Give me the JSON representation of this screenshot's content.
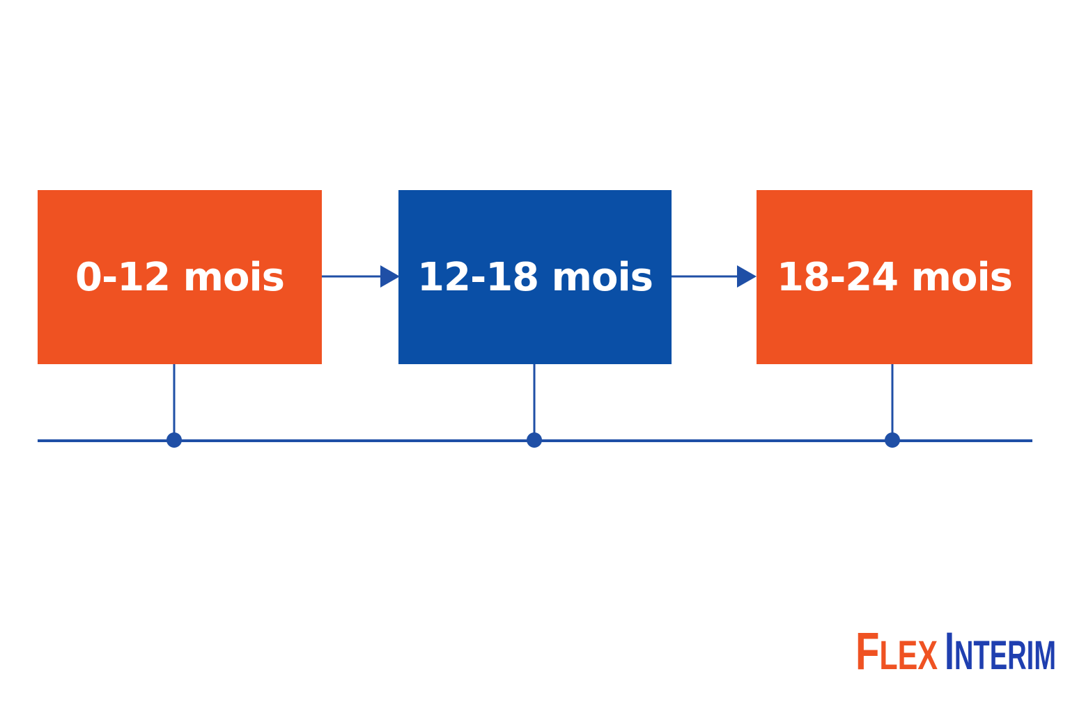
{
  "colors": {
    "orange": "#EF5222",
    "blue": "#0A4FA6",
    "line": "#1F4FA6",
    "logo_orange": "#EF5222",
    "logo_blue": "#1F3FB0"
  },
  "phases": [
    {
      "label": "0-12 mois",
      "color": "#EF5222"
    },
    {
      "label": "12-18 mois",
      "color": "#0A4FA6"
    },
    {
      "label": "18-24 mois",
      "color": "#EF5222"
    }
  ],
  "logo": {
    "word1": "Flex",
    "word2": "Interim"
  }
}
